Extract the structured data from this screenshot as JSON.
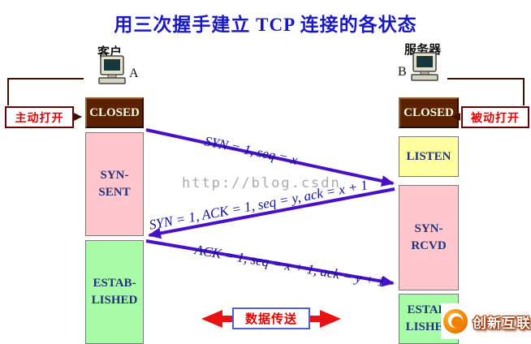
{
  "title": "用三次握手建立 TCP 连接的各状态",
  "watermark": "http://blog.csdn",
  "client": {
    "label": "客户",
    "letter": "A"
  },
  "server": {
    "label": "服务器",
    "letter": "B"
  },
  "annotations": {
    "active_open": "主动打开",
    "passive_open": "被动打开",
    "data_transfer": "数据传送"
  },
  "client_states": [
    {
      "line1": "CLOSED",
      "line2": ""
    },
    {
      "line1": "SYN-",
      "line2": "SENT"
    },
    {
      "line1": "ESTAB-",
      "line2": "LISHED"
    }
  ],
  "server_states": [
    {
      "line1": "CLOSED",
      "line2": ""
    },
    {
      "line1": "LISTEN",
      "line2": ""
    },
    {
      "line1": "SYN-",
      "line2": "RCVD"
    },
    {
      "line1": "ESTAB-",
      "line2": "LISHED"
    }
  ],
  "messages": [
    {
      "label": "SYN = 1, seq = x"
    },
    {
      "label": "SYN = 1, ACK = 1, seq = y, ack = x + 1"
    },
    {
      "label": "ACK = 1, seq = x + 1, ack = y + 1"
    }
  ],
  "logo": {
    "text": "创新互联"
  },
  "colors": {
    "arrow": "#4a10c8",
    "closed_bg": "#5c2100",
    "syn_bg": "#ffc6ce",
    "listen_bg": "#ffffa0",
    "estab_bg": "#a8fca8",
    "title": "#1818c8",
    "accent_red": "#e81212"
  }
}
